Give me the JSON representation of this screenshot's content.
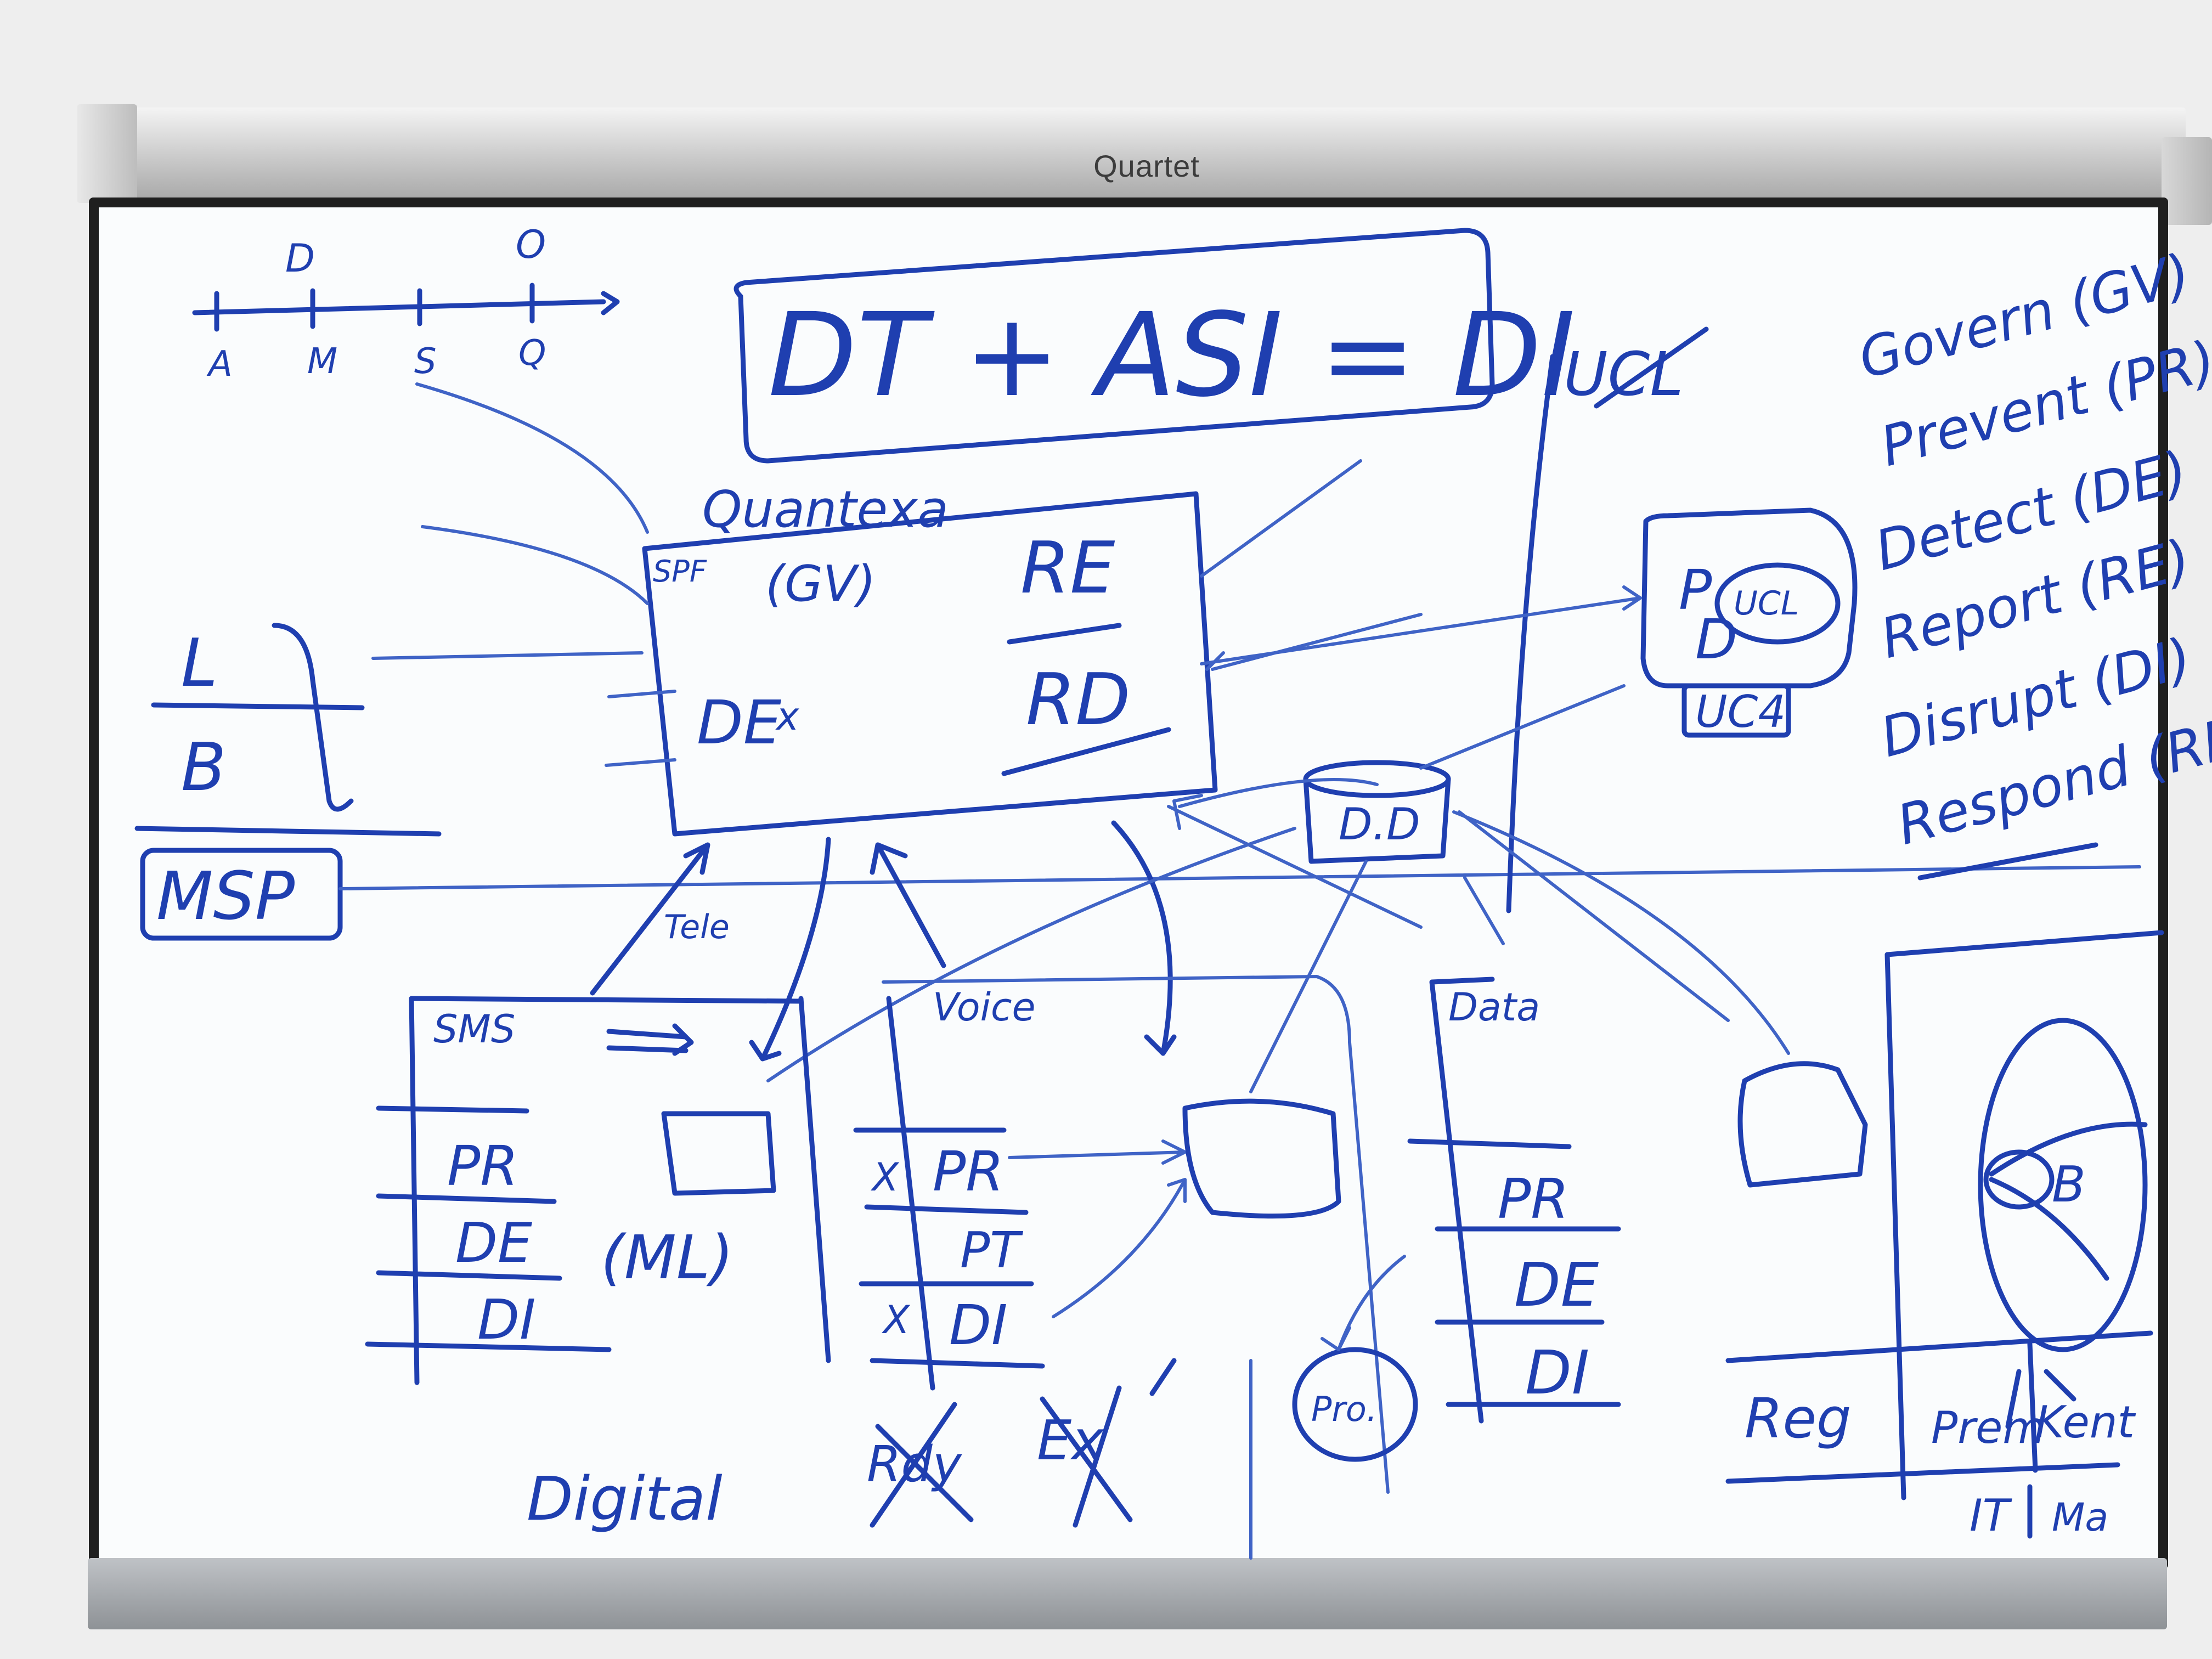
{
  "brand": "Quartet",
  "equation": "DT + ASI = DI",
  "timeline": {
    "top": [
      "D",
      "O"
    ],
    "bottom": [
      "A",
      "M",
      "S",
      "Q"
    ]
  },
  "left": {
    "L": "L",
    "B": "B",
    "msp": "MSP"
  },
  "quantexa": {
    "title": "Quantexa",
    "spf": "SPF",
    "gv": "(GV)",
    "re": "RE",
    "de": "DE",
    "de_mark": "x",
    "rd": "RD"
  },
  "tele": "Tele",
  "sms": {
    "title": "SMS",
    "rows": [
      "PR",
      "DE",
      "DI"
    ],
    "ml": "(ML)"
  },
  "voice": {
    "title": "Voice",
    "rows": [
      "PR",
      "PT",
      "DI"
    ],
    "marks": [
      "X",
      "X"
    ]
  },
  "data": {
    "title": "Data",
    "rows": [
      "PR",
      "DE",
      "DI"
    ]
  },
  "dd": "D.D",
  "ucl": "UCL",
  "uc4_box": {
    "p": "P",
    "d": "D",
    "inner": "UCL",
    "label": "UC4"
  },
  "pro": "Pro.",
  "bottom": {
    "digital": "Digital",
    "ex": "Ex",
    "crossed": "Rdy"
  },
  "framework": [
    "Govern (GV)",
    "Prevent (PR)",
    "Detect (DE)",
    "Report (RE)",
    "Disrupt (DI)",
    "Respond (RD)"
  ],
  "right": {
    "b": "B",
    "reg": "Reg",
    "prem": "Prem",
    "kent": "Kent",
    "it": "IT",
    "ma": "Ma"
  }
}
